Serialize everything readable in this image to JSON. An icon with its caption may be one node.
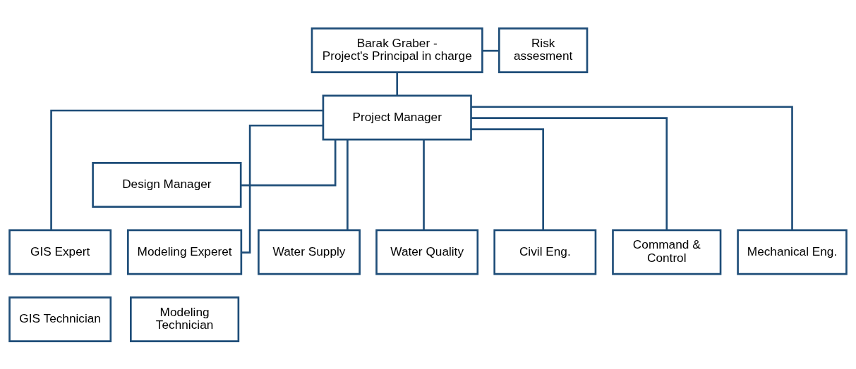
{
  "diagram": {
    "nodes": [
      {
        "text": [
          "Barak Graber - Project's Principal in charge"
        ]
      },
      {
        "text": [
          "Risk assesment"
        ]
      },
      {
        "text": [
          "Project Manager"
        ]
      },
      {
        "text": [
          "Design Manager"
        ]
      },
      {
        "text": [
          "GIS Expert"
        ]
      },
      {
        "text": [
          "Modeling Experet"
        ]
      },
      {
        "text": [
          "Water Supply"
        ]
      },
      {
        "text": [
          "Water Quality"
        ]
      },
      {
        "text": [
          "Civil Eng."
        ]
      },
      {
        "text": [
          "Command & Control"
        ]
      },
      {
        "text": [
          "Mechanical Eng."
        ]
      },
      {
        "text": [
          "GIS Technician"
        ]
      },
      {
        "text": [
          "Modeling Technician"
        ]
      }
    ],
    "edges": [
      {
        "from": 0,
        "to": 2,
        "arrow": "none"
      },
      {
        "from": 1,
        "to": 0,
        "arrow": "none"
      },
      {
        "from": 2,
        "to": 3,
        "arrow": "none"
      },
      {
        "from": 2,
        "to": 4,
        "arrow": "none"
      },
      {
        "from": 2,
        "to": 5,
        "arrow": "none"
      },
      {
        "from": 2,
        "to": 6,
        "arrow": "none"
      },
      {
        "from": 2,
        "to": 7,
        "arrow": "none"
      },
      {
        "from": 2,
        "to": 8,
        "arrow": "none"
      },
      {
        "from": 2,
        "to": 9,
        "arrow": "none"
      },
      {
        "from": 2,
        "to": 10,
        "arrow": "none"
      }
    ]
  }
}
